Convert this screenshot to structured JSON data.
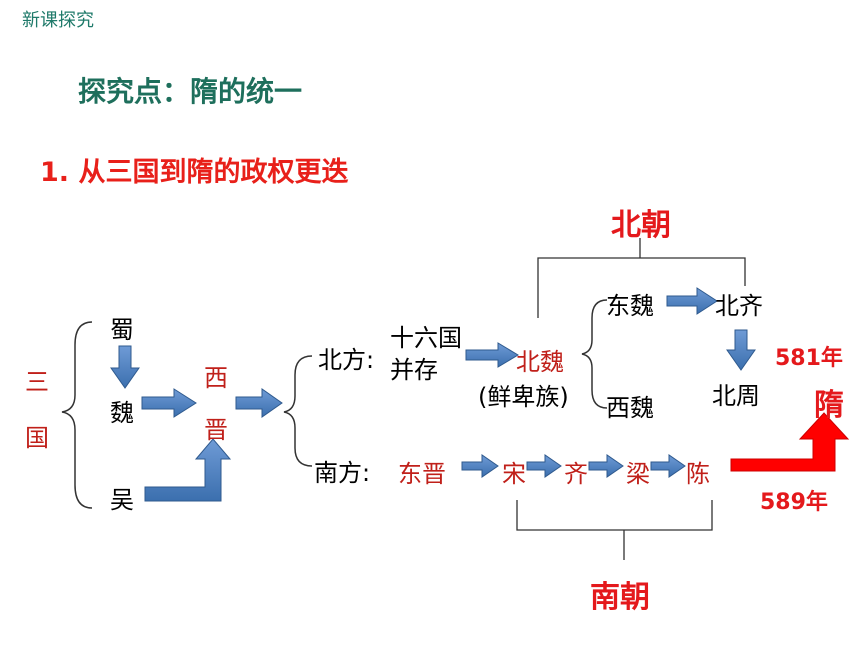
{
  "header": "新课探究",
  "section_title": "探究点：隋的统一",
  "subtitle": "1. 从三国到隋的政权更迭",
  "three_kingdoms": {
    "label_top": "三",
    "label_bottom": "国",
    "shu": "蜀",
    "wei": "魏",
    "wu": "吴"
  },
  "xijin": {
    "top": "西",
    "bottom": "晋"
  },
  "north": {
    "label": "北方:",
    "sixteen_line1": "十六国",
    "sixteen_line2": "并存",
    "beiwei": "北魏",
    "xianbei": "(鲜卑族)",
    "dongwei": "东魏",
    "xiwei": "西魏",
    "beiqi": "北齐",
    "beizhou": "北周",
    "dynasty": "北朝"
  },
  "south": {
    "label": "南方:",
    "dongjin": "东晋",
    "song": "宋",
    "qi": "齐",
    "liang": "梁",
    "chen": "陈",
    "dynasty": "南朝"
  },
  "sui": {
    "name": "隋",
    "year_found": "581年",
    "year_unify": "589年"
  },
  "colors": {
    "teal": "#1e6f5c",
    "red": "#e4191c",
    "arrow_blue": "#4a7ebb",
    "arrow_red": "#ff0000"
  }
}
